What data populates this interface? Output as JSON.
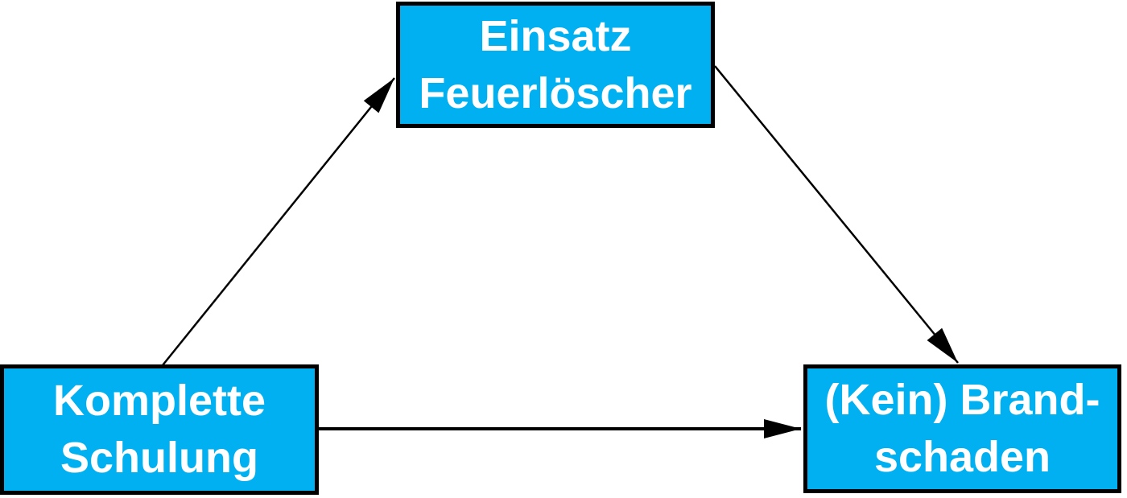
{
  "diagram": {
    "nodes": [
      {
        "id": "einsatz-feuerloescher",
        "lines": [
          "Einsatz",
          "Feuerlöscher"
        ],
        "position": "top-center"
      },
      {
        "id": "komplette-schulung",
        "lines": [
          "Komplette",
          "Schulung"
        ],
        "position": "bottom-left"
      },
      {
        "id": "kein-brandschaden",
        "lines": [
          "(Kein) Brand-",
          "schaden"
        ],
        "position": "bottom-right"
      }
    ],
    "edges": [
      {
        "from": "komplette-schulung",
        "to": "einsatz-feuerloescher",
        "direction": "up-right"
      },
      {
        "from": "einsatz-feuerloescher",
        "to": "kein-brandschaden",
        "direction": "down-right"
      },
      {
        "from": "komplette-schulung",
        "to": "kein-brandschaden",
        "direction": "right"
      }
    ],
    "colors": {
      "node_fill": "#00B0F0",
      "node_border": "#000000",
      "node_text": "#FFFFFF",
      "arrow": "#000000",
      "background": "#FFFFFF"
    }
  }
}
